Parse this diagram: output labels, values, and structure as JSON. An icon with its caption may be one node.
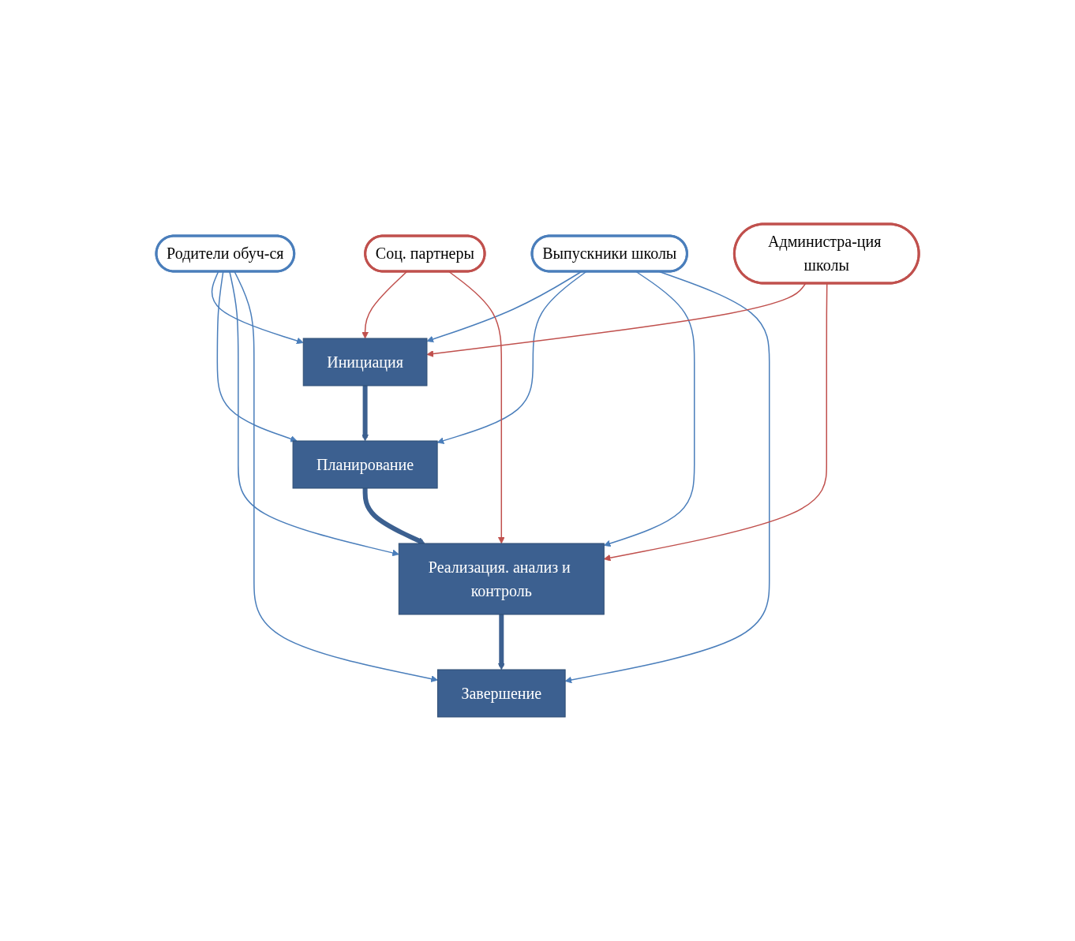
{
  "diagram": {
    "nodes": [
      {
        "text": [
          "Инициация"
        ]
      },
      {
        "text": [
          "Планирование"
        ]
      },
      {
        "text": [
          "Реализация. анализ и контроль"
        ]
      },
      {
        "text": [
          "Завершение"
        ]
      },
      {
        "text": [
          "Родители обуч-ся"
        ]
      },
      {
        "text": [
          "Выпускники школы"
        ]
      },
      {
        "text": [
          "Соц. партнеры"
        ]
      },
      {
        "text": [
          "Администра-ция школы"
        ]
      }
    ],
    "edges": [
      {
        "from": 0,
        "to": 1,
        "arrow": "to",
        "style": "thick",
        "color": "#3c6090"
      },
      {
        "from": 1,
        "to": 2,
        "arrow": "to",
        "style": "thick",
        "color": "#3c6090"
      },
      {
        "from": 2,
        "to": 3,
        "arrow": "to",
        "style": "thick",
        "color": "#3c6090"
      },
      {
        "from": 4,
        "to": 0,
        "arrow": "to"
      },
      {
        "from": 4,
        "to": 1,
        "arrow": "to"
      },
      {
        "from": 4,
        "to": 2,
        "arrow": "to"
      },
      {
        "from": 4,
        "to": 3,
        "arrow": "to"
      },
      {
        "from": 5,
        "to": 0,
        "arrow": "to"
      },
      {
        "from": 5,
        "to": 1,
        "arrow": "to"
      },
      {
        "from": 5,
        "to": 2,
        "arrow": "to"
      },
      {
        "from": 5,
        "to": 3,
        "arrow": "to"
      },
      {
        "from": 6,
        "to": 0,
        "arrow": "to",
        "color": "#c0504d"
      },
      {
        "from": 6,
        "to": 2,
        "arrow": "to",
        "color": "#c0504d"
      },
      {
        "from": 7,
        "to": 0,
        "arrow": "to",
        "color": "#c0504d"
      },
      {
        "from": 7,
        "to": 2,
        "arrow": "to",
        "color": "#c0504d"
      }
    ]
  }
}
